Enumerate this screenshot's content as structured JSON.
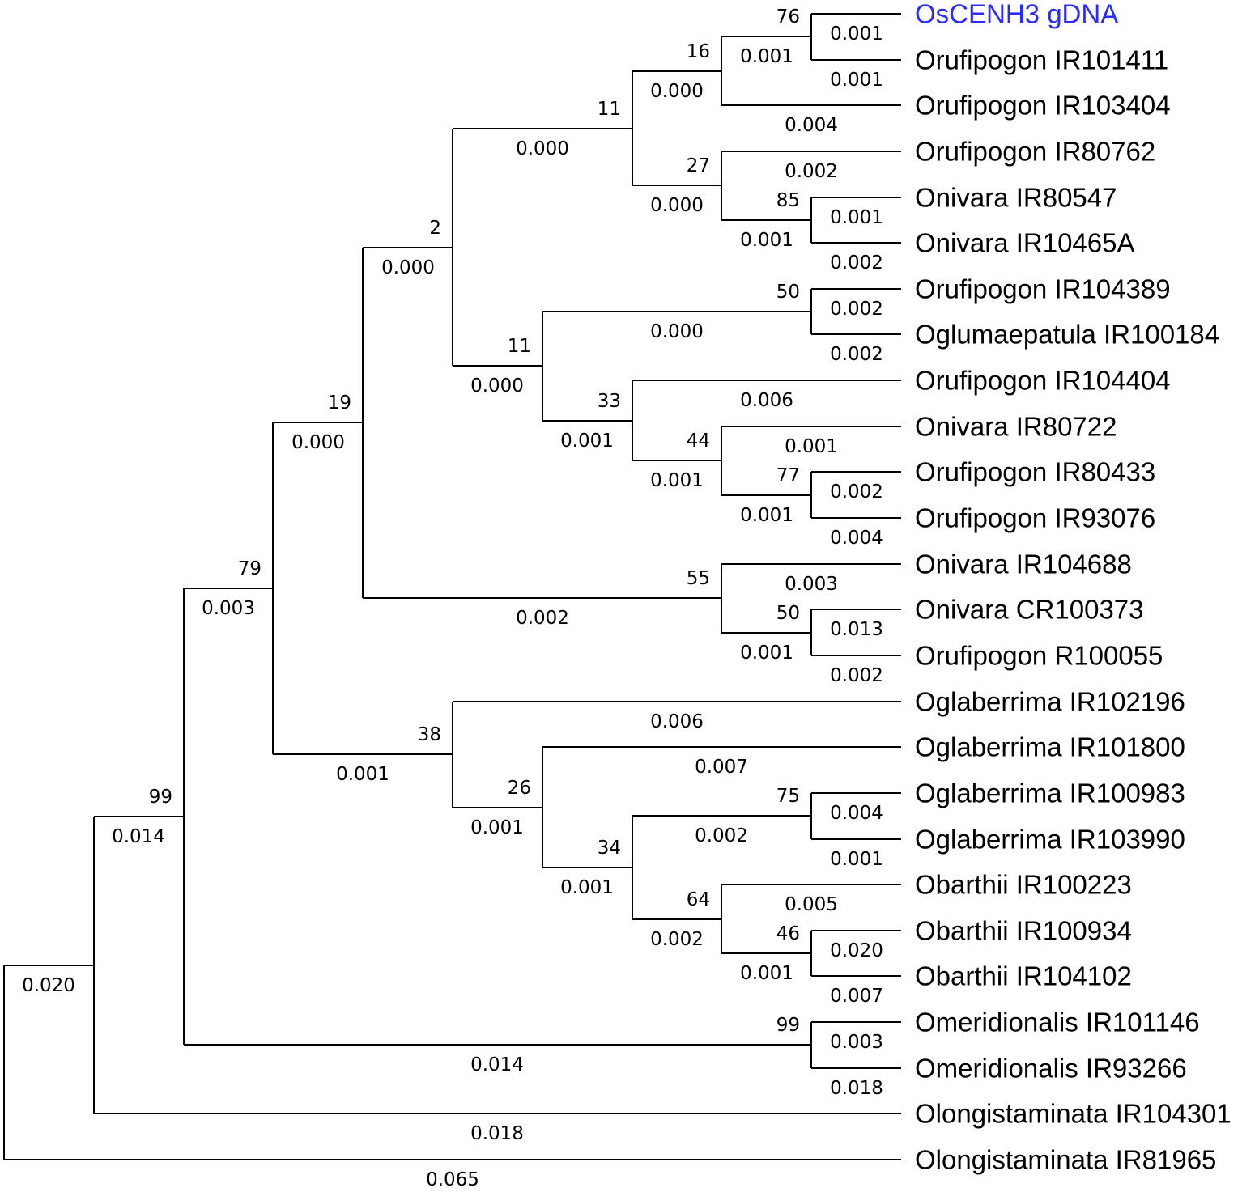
{
  "colors": {
    "line": "#000000",
    "text": "#000000",
    "highlight": "#2b2bff"
  },
  "tree": {
    "children": [
      {
        "length": "0.020",
        "children": [
          {
            "support": "99",
            "length": "0.014",
            "children": [
              {
                "support": "79",
                "length": "0.003",
                "children": [
                  {
                    "support": "19",
                    "length": "0.000",
                    "children": [
                      {
                        "support": "2",
                        "length": "0.000",
                        "children": [
                          {
                            "support": "11",
                            "length": "0.000",
                            "children": [
                              {
                                "support": "16",
                                "length": "0.000",
                                "children": [
                                  {
                                    "support": "76",
                                    "length": "0.001",
                                    "children": [
                                      {
                                        "label": "OsCENH3 gDNA",
                                        "length": "0.001",
                                        "highlight": true
                                      },
                                      {
                                        "label": "Orufipogon IR101411",
                                        "length": "0.001"
                                      }
                                    ]
                                  },
                                  {
                                    "label": "Orufipogon IR103404",
                                    "length": "0.004"
                                  }
                                ]
                              },
                              {
                                "support": "27",
                                "length": "0.000",
                                "children": [
                                  {
                                    "label": "Orufipogon IR80762",
                                    "length": "0.002"
                                  },
                                  {
                                    "support": "85",
                                    "length": "0.001",
                                    "children": [
                                      {
                                        "label": "Onivara IR80547",
                                        "length": "0.001"
                                      },
                                      {
                                        "label": "Onivara IR10465A",
                                        "length": "0.002"
                                      }
                                    ]
                                  }
                                ]
                              }
                            ]
                          },
                          {
                            "support": "11",
                            "length": "0.000",
                            "children": [
                              {
                                "support": "50",
                                "length": "0.000",
                                "children": [
                                  {
                                    "label": "Orufipogon IR104389",
                                    "length": "0.002"
                                  },
                                  {
                                    "label": "Oglumaepatula IR100184",
                                    "length": "0.002"
                                  }
                                ]
                              },
                              {
                                "support": "33",
                                "length": "0.001",
                                "children": [
                                  {
                                    "label": "Orufipogon IR104404",
                                    "length": "0.006"
                                  },
                                  {
                                    "support": "44",
                                    "length": "0.001",
                                    "children": [
                                      {
                                        "label": "Onivara IR80722",
                                        "length": "0.001"
                                      },
                                      {
                                        "support": "77",
                                        "length": "0.001",
                                        "children": [
                                          {
                                            "label": "Orufipogon IR80433",
                                            "length": "0.002"
                                          },
                                          {
                                            "label": "Orufipogon IR93076",
                                            "length": "0.004"
                                          }
                                        ]
                                      }
                                    ]
                                  }
                                ]
                              }
                            ]
                          }
                        ]
                      },
                      {
                        "support": "55",
                        "length": "0.002",
                        "children": [
                          {
                            "label": "Onivara IR104688",
                            "length": "0.003"
                          },
                          {
                            "support": "50",
                            "length": "0.001",
                            "children": [
                              {
                                "label": "Onivara CR100373",
                                "length": "0.013"
                              },
                              {
                                "label": "Orufipogon R100055",
                                "length": "0.002"
                              }
                            ]
                          }
                        ]
                      }
                    ]
                  },
                  {
                    "support": "38",
                    "length": "0.001",
                    "children": [
                      {
                        "label": "Oglaberrima IR102196",
                        "length": "0.006"
                      },
                      {
                        "support": "26",
                        "length": "0.001",
                        "children": [
                          {
                            "label": "Oglaberrima IR101800",
                            "length": "0.007"
                          },
                          {
                            "support": "34",
                            "length": "0.001",
                            "children": [
                              {
                                "support": "75",
                                "length": "0.002",
                                "children": [
                                  {
                                    "label": "Oglaberrima IR100983",
                                    "length": "0.004"
                                  },
                                  {
                                    "label": "Oglaberrima IR103990",
                                    "length": "0.001"
                                  }
                                ]
                              },
                              {
                                "support": "64",
                                "length": "0.002",
                                "children": [
                                  {
                                    "label": "Obarthii IR100223",
                                    "length": "0.005"
                                  },
                                  {
                                    "support": "46",
                                    "length": "0.001",
                                    "children": [
                                      {
                                        "label": "Obarthii IR100934",
                                        "length": "0.020"
                                      },
                                      {
                                        "label": "Obarthii IR104102",
                                        "length": "0.007"
                                      }
                                    ]
                                  }
                                ]
                              }
                            ]
                          }
                        ]
                      }
                    ]
                  }
                ]
              },
              {
                "support": "99",
                "length": "0.014",
                "children": [
                  {
                    "label": "Omeridionalis IR101146",
                    "length": "0.003"
                  },
                  {
                    "label": "Omeridionalis IR93266",
                    "length": "0.018"
                  }
                ]
              }
            ]
          },
          {
            "label": "Olongistaminata IR104301",
            "length": "0.018"
          }
        ]
      },
      {
        "label": "Olongistaminata IR81965",
        "length": "0.065"
      }
    ]
  }
}
